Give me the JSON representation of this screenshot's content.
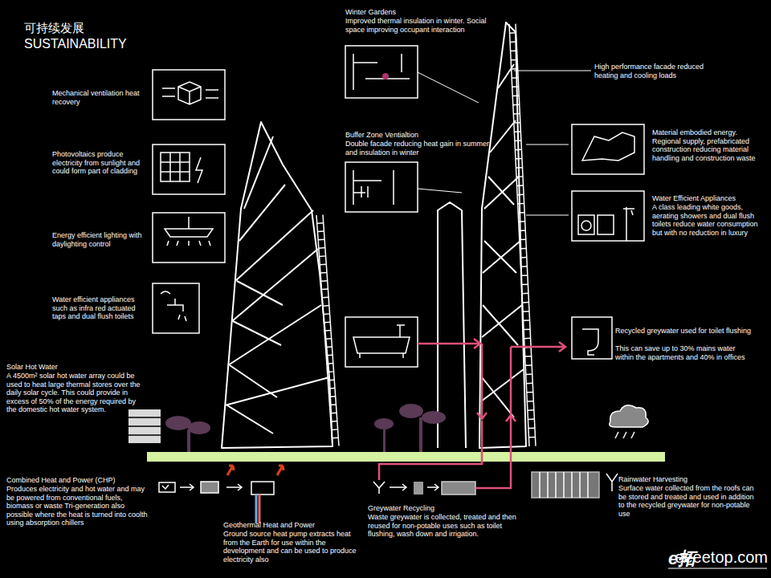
{
  "diagram": {
    "title": "SUSTAINABILITY",
    "labels": [
      "可持续发展",
      "Mechanical ventilation heat recovery",
      "Photovoltaics produce electricity from sunlight and could form part of cladding",
      "Energy efficient lighting with daylighting control",
      "Water efficient appliances such as infra red actuated taps and dual flush toilets",
      "Solar Hot Water",
      "A 4500m² solar hot water array could be used to heat large thermal stores over the daily solar cycle. This could provide in excess of 50% of the energy required by the domestic hot water system.",
      "Combined Heat and Power (CHP)",
      "Produces electricity and hot water and may be powered from conventional fuels, biomass or waste Tri-generation also possible where the heat is turned into coolth using absorption chillers",
      "Geothermal Heat and Power",
      "Ground source heat pump extracts heat from the Earth for use within the development and can be used to produce electricity also",
      "Winter Gardens",
      "Improved thermal insulation in winter. Social space improving occupant interaction",
      "Buffer Zone Ventialtion",
      "Double facade reducing heat gain in summer and insulation in winter",
      "Greywater Recycling",
      "Waste greywater is collected, treated and then reused for non-potable uses such as toilet flushing, wash down and irrigation.",
      "High performance facade reduced heating and cooling loads",
      "Material embodied energy. Regional supply, prefabricated construction reducing material handling and construction waste",
      "Water Efficient Appliances",
      "A class leading white goods, aerating showers and dual flush toilets reduce water consumption but with no reduction in luxury",
      "Recycled greywater used for toilet flushing",
      "This can save up to 30% mains water within the apartments and 40% in offices",
      "Rainwater Harvesting",
      "Surface water collected from the roofs can be stored and treated and used in addition to the recycled greywater for non-potable use",
      "e拓",
      "eeeetop.com"
    ]
  }
}
